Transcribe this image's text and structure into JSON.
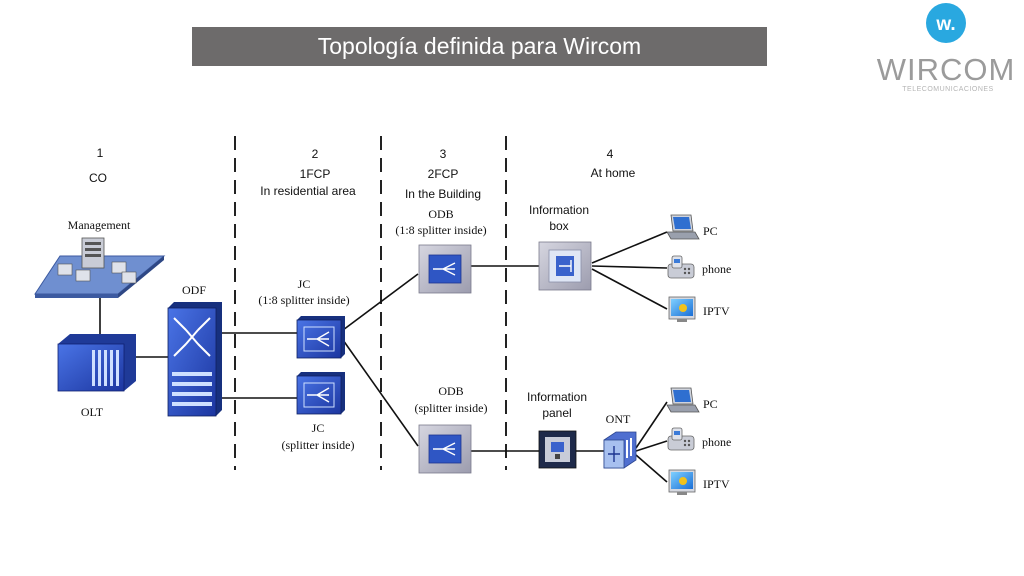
{
  "title": "Topología definida para Wircom",
  "logo": {
    "name": "WIRCOM",
    "tagline": "TELECOMUNICACIONES",
    "badge_letter": "w.",
    "badge_color": "#29a8e0"
  },
  "columns": [
    {
      "number": "1",
      "label": "CO",
      "sublabel": ""
    },
    {
      "number": "2",
      "label": "1FCP",
      "sublabel": "In residential area"
    },
    {
      "number": "3",
      "label": "2FCP",
      "sublabel": "In the Building"
    },
    {
      "number": "4",
      "label": "At home",
      "sublabel": ""
    }
  ],
  "nodes": {
    "management": "Management",
    "olt": "OLT",
    "odf": "ODF",
    "jc_top": {
      "name": "JC",
      "detail": "(1:8 splitter inside)"
    },
    "jc_bottom": {
      "name": "JC",
      "detail": "(splitter inside)"
    },
    "odb_top": {
      "name": "ODB",
      "detail": "(1:8 splitter inside)"
    },
    "odb_bottom": {
      "name": "ODB",
      "detail": "(splitter inside)"
    },
    "info_box": {
      "line1": "Information",
      "line2": "box"
    },
    "info_panel": {
      "line1": "Information",
      "line2": "panel"
    },
    "ont": "ONT"
  },
  "devices_top": [
    "PC",
    "phone",
    "IPTV"
  ],
  "devices_bottom": [
    "PC",
    "phone",
    "IPTV"
  ],
  "colors": {
    "title_bar": "#6d6b6b",
    "equipment_blue": "#2b4fc8",
    "splitter_gray": "#b9b9c6",
    "management_platform": "#6f8fd0"
  }
}
